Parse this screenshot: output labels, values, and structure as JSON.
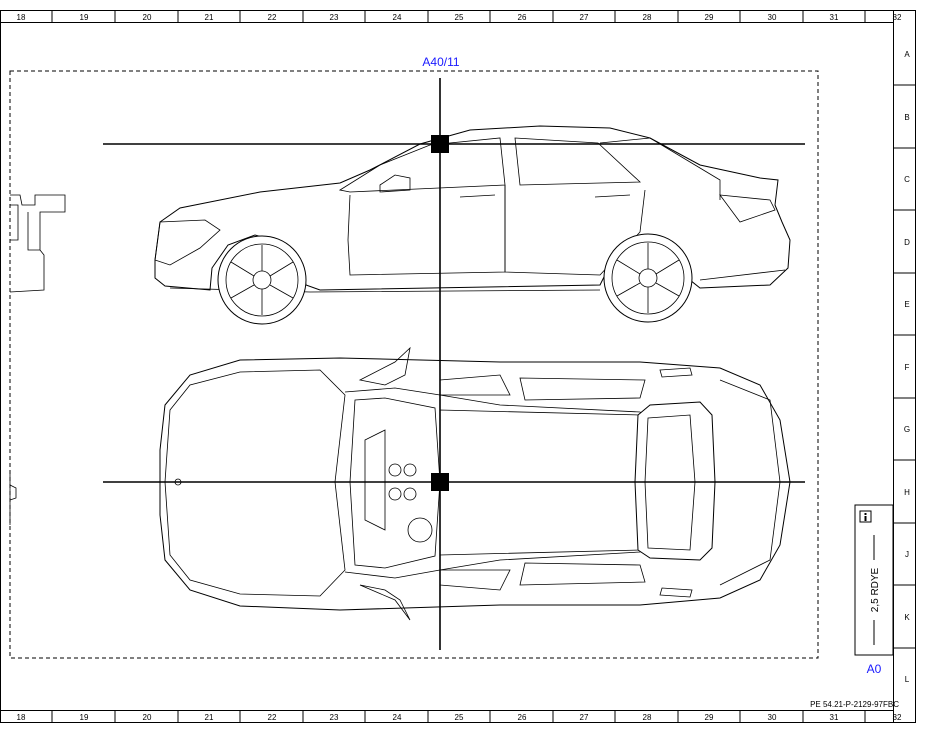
{
  "frame": {
    "column_numbers_top": [
      "18",
      "19",
      "20",
      "21",
      "22",
      "23",
      "24",
      "25",
      "26",
      "27",
      "28",
      "29",
      "30",
      "31",
      "32"
    ],
    "column_numbers_bottom": [
      "18",
      "19",
      "20",
      "21",
      "22",
      "23",
      "24",
      "25",
      "26",
      "27",
      "28",
      "29",
      "30",
      "31",
      "32"
    ],
    "row_letters": [
      "A",
      "B",
      "C",
      "D",
      "E",
      "F",
      "G",
      "H",
      "J",
      "K",
      "L"
    ]
  },
  "component_label": "A40/11",
  "wire_box": {
    "info_icon": "info-icon",
    "wire_spec": "2,5 RDYE",
    "component": "A0"
  },
  "document_reference": "PE 54.21-P-2129-97FBC",
  "colors": {
    "label_blue": "#1a1aff",
    "line": "#000000",
    "background": "#ffffff"
  }
}
